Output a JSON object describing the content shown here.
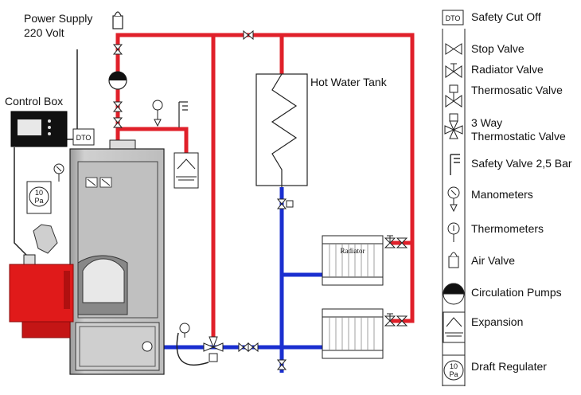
{
  "labels": {
    "power_supply": "Power Supply",
    "voltage": "220 Volt",
    "control_box": "Control Box",
    "hot_water_tank": "Hot Water Tank",
    "radiator": "Radiator",
    "dto": "DTO",
    "draft_value": "10",
    "draft_unit": "Pa"
  },
  "legend": [
    {
      "icon": "dto-box-icon",
      "label": "Safety Cut Off"
    },
    {
      "icon": "stop-valve-icon",
      "label": "Stop Valve"
    },
    {
      "icon": "radiator-valve-icon",
      "label": "Radiator Valve"
    },
    {
      "icon": "thermostatic-valve-icon",
      "label": "Thermosatic Valve"
    },
    {
      "icon": "three-way-valve-icon",
      "label": "3 Way",
      "label2": "Thermostatic Valve"
    },
    {
      "icon": "safety-valve-icon",
      "label": "Safety Valve 2,5 Bar"
    },
    {
      "icon": "manometer-icon",
      "label": "Manometers"
    },
    {
      "icon": "thermometer-icon",
      "label": "Thermometers"
    },
    {
      "icon": "air-valve-icon",
      "label": "Air Valve"
    },
    {
      "icon": "circulation-pump-icon",
      "label": "Circulation Pumps"
    },
    {
      "icon": "expansion-icon",
      "label": "Expansion"
    },
    {
      "icon": "draft-regulator-icon",
      "label": "Draft Regulater"
    }
  ],
  "colors": {
    "hot_pipe": "#e0202a",
    "cold_pipe": "#1a2fd0",
    "burner": "#e01a1a",
    "boiler_body": "#c8c8c8"
  }
}
